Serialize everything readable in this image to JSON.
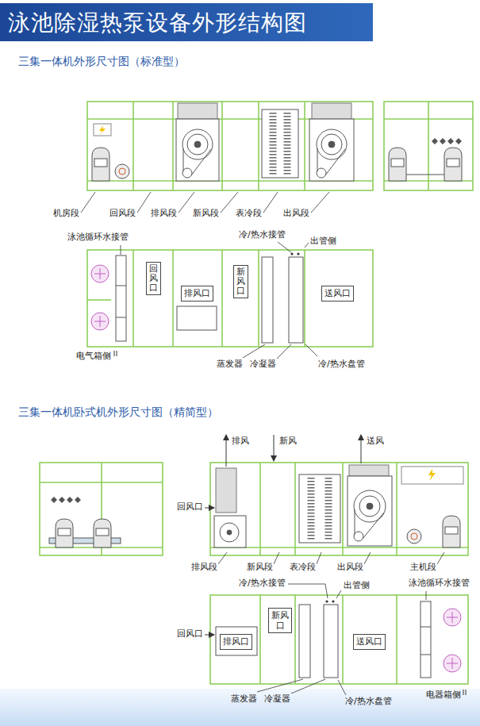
{
  "diagram": {
    "title": "泳池除湿热泵设备外形结构图",
    "nodes": [
      {
        "text": [
          "回风口"
        ]
      },
      {
        "text": [
          "排风口"
        ]
      },
      {
        "text": [
          "新风口"
        ]
      },
      {
        "text": [
          "送风口"
        ]
      },
      {
        "text": [
          "排风口"
        ]
      },
      {
        "text": [
          "新风口"
        ]
      },
      {
        "text": [
          "送风口"
        ]
      }
    ],
    "labels": [
      "三集一体机外形尺寸图（标准型）",
      "机房段",
      "回风段",
      "排风段",
      "新风段",
      "表冷段",
      "出风段",
      "泳池循环水接管",
      "冷/热水接管",
      "出管侧",
      "电气箱侧",
      "蒸发器",
      "冷凝器",
      "冷/热水盘管",
      "三集一体机卧式机外形尺寸图（精简型）",
      "排风",
      "新风",
      "送风",
      "回风口",
      "排风段",
      "新风段",
      "表冷段",
      "出风段",
      "主机段",
      "冷/热水接管",
      "出管侧",
      "泳池循环水接管",
      "回风口",
      "蒸发器",
      "冷凝器",
      "冷/热水盘管",
      "电器箱侧"
    ]
  }
}
